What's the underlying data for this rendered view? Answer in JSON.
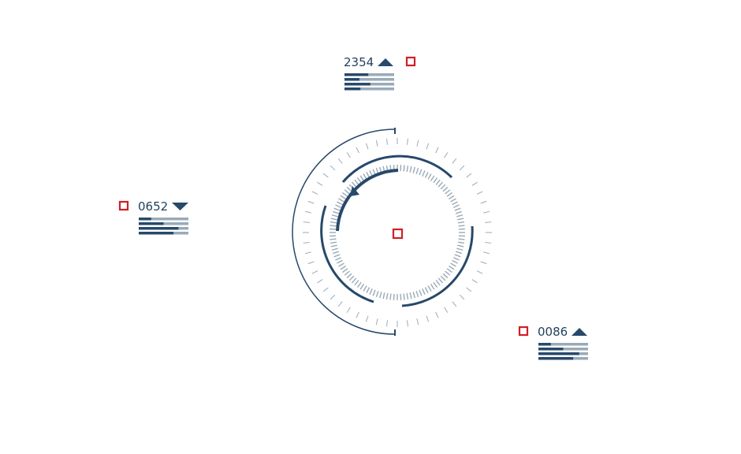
{
  "colors": {
    "primary": "#27496a",
    "muted": "#9aaab7",
    "marker": "#d01f26",
    "background": "#ffffff"
  },
  "dial": {
    "center_marker": "red-square-marker",
    "progress_arc_level": 0.22
  },
  "readouts": [
    {
      "id": "top",
      "value": "2354",
      "trend": "up",
      "icon": "triangle-up-icon",
      "marker": "red-square-marker",
      "bars": [
        0.48,
        0.3,
        0.52,
        0.32
      ]
    },
    {
      "id": "left",
      "value": "0652",
      "trend": "down",
      "icon": "triangle-down-icon",
      "marker": "red-square-marker",
      "bars": [
        0.25,
        0.5,
        0.8,
        0.7
      ]
    },
    {
      "id": "right",
      "value": "0086",
      "trend": "up",
      "icon": "triangle-up-icon",
      "marker": "red-square-marker",
      "bars": [
        0.25,
        0.5,
        0.82,
        0.7
      ]
    }
  ]
}
